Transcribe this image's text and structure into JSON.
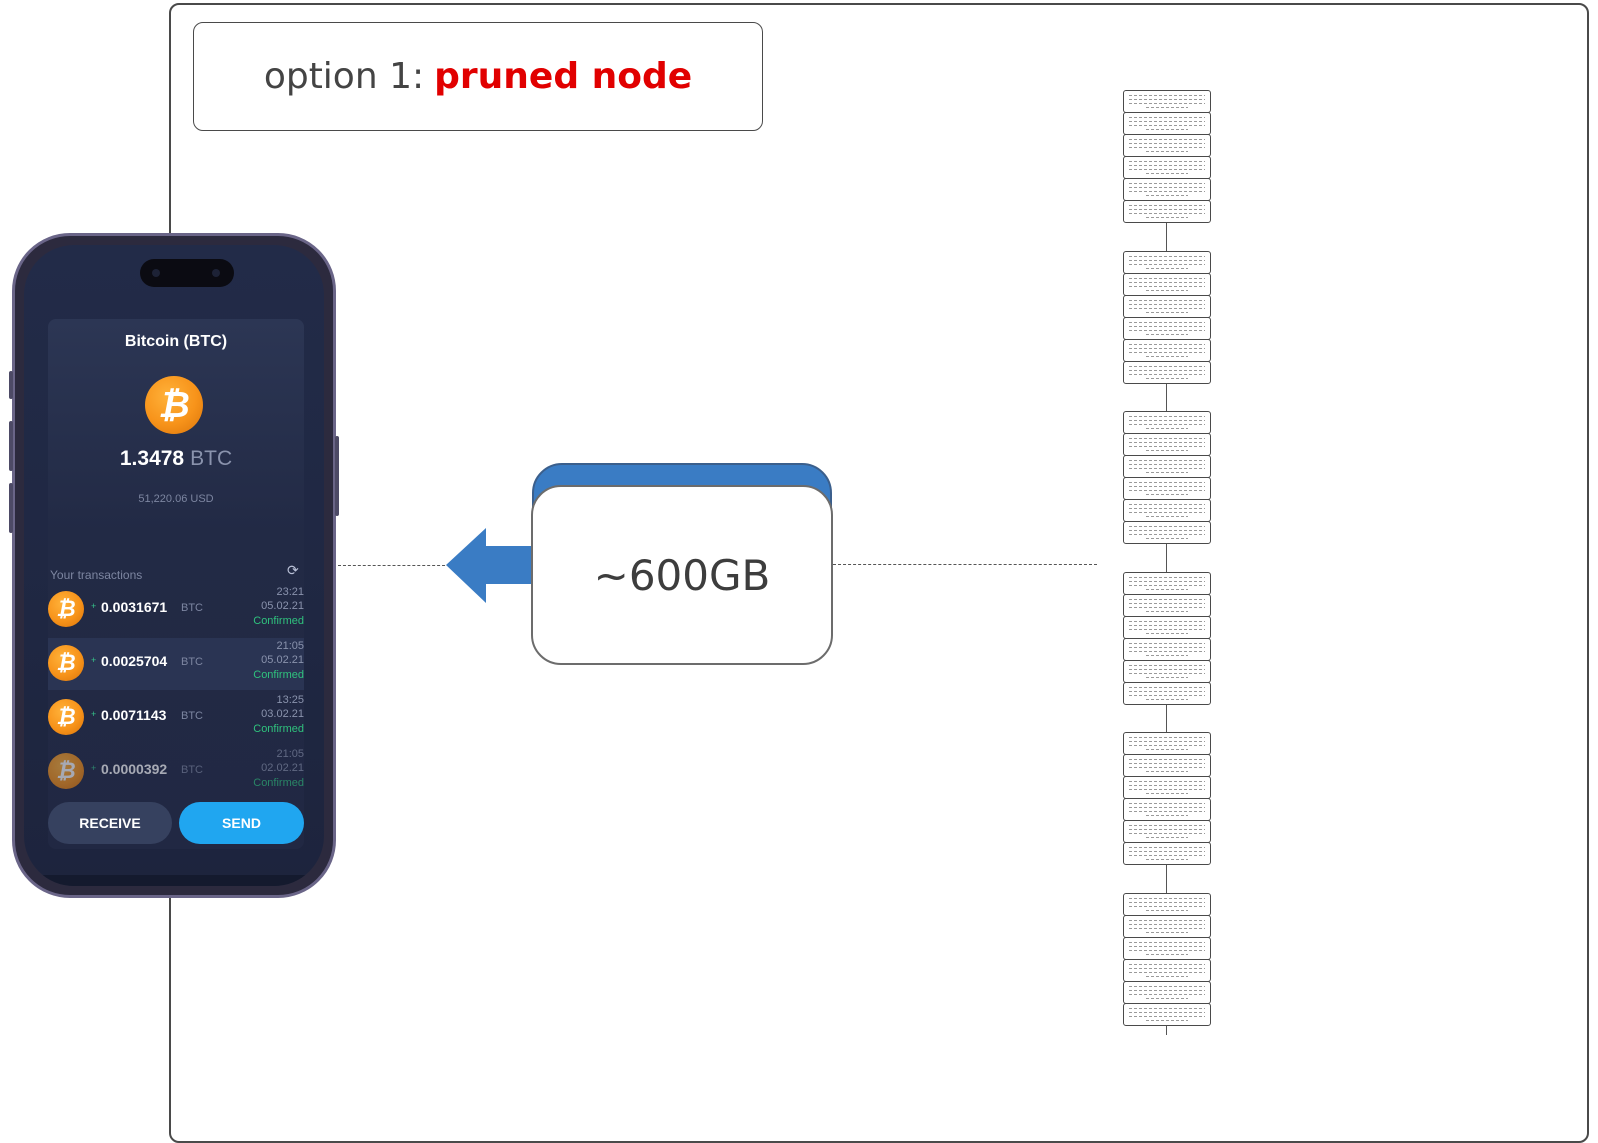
{
  "title": {
    "prefix": "option 1:",
    "highlight": "pruned node",
    "highlight_color": "#e10000"
  },
  "size_badge": {
    "label": "~600GB",
    "accent_color": "#3a7cc4"
  },
  "arrow": {
    "direction": "left",
    "color": "#3a7cc4"
  },
  "wallet": {
    "coin_title": "Bitcoin (BTC)",
    "coin_icon": "bitcoin-icon",
    "balance": "1.3478",
    "balance_unit": "BTC",
    "usd_value": "51,220.06 USD",
    "transactions_header": "Your transactions",
    "refresh_icon": "refresh-icon",
    "transactions": [
      {
        "amount": "0.0031671",
        "currency": "BTC",
        "time": "23:21",
        "date": "05.02.21",
        "status": "Confirmed"
      },
      {
        "amount": "0.0025704",
        "currency": "BTC",
        "time": "21:05",
        "date": "05.02.21",
        "status": "Confirmed"
      },
      {
        "amount": "0.0071143",
        "currency": "BTC",
        "time": "13:25",
        "date": "03.02.21",
        "status": "Confirmed"
      },
      {
        "amount": "0.0000392",
        "currency": "BTC",
        "time": "21:05",
        "date": "02.02.21",
        "status": "Confirmed"
      }
    ],
    "receive_label": "RECEIVE",
    "send_label": "SEND",
    "send_color": "#20a6f0",
    "bitcoin_color": "#f7931a",
    "confirmed_color": "#2fc27d"
  },
  "blockchain": {
    "group_count": 6,
    "blocks_per_group": 6
  }
}
